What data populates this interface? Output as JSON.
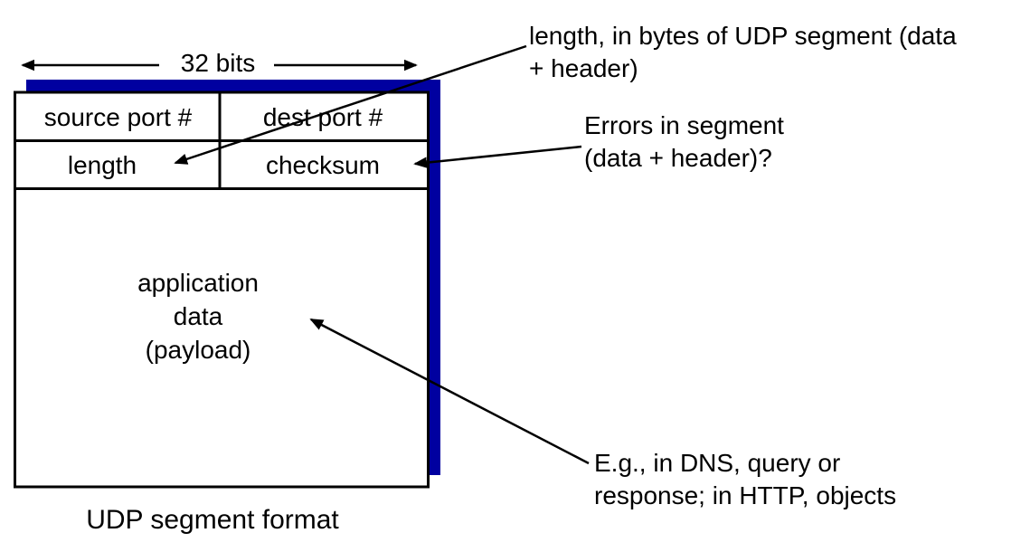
{
  "colors": {
    "shadow_blue": "#0000A0",
    "line_black": "#000000",
    "background": "#FFFFFF"
  },
  "width_arrow": {
    "label": "32 bits"
  },
  "segment_box": {
    "fields": [
      {
        "label": "source port #"
      },
      {
        "label": "dest port #"
      },
      {
        "label": "length"
      },
      {
        "label": "checksum"
      }
    ],
    "payload_label": "application\ndata\n(payload)",
    "caption": "UDP segment format"
  },
  "annotations": {
    "length_note": "length, in bytes of UDP segment (data\n+ header)",
    "checksum_note": "Errors in segment\n(data + header)?",
    "payload_note": "E.g., in DNS, query or\nresponse; in HTTP, objects"
  }
}
